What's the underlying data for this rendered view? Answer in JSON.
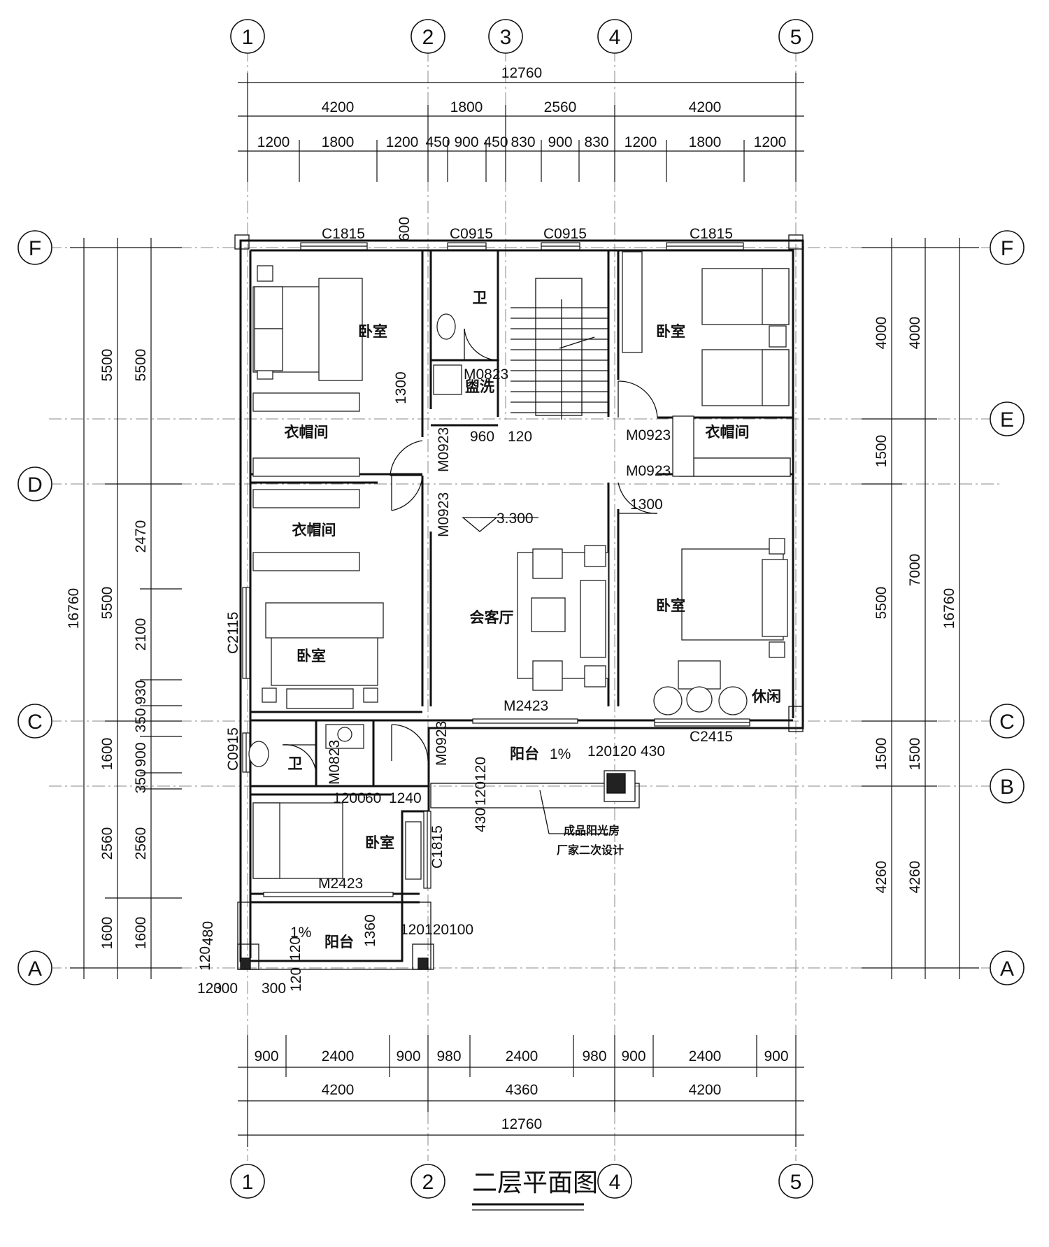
{
  "drawing_title": "二层平面图",
  "axes_vertical": [
    "1",
    "2",
    "3",
    "4",
    "5"
  ],
  "axes_horizontal": [
    "F",
    "E",
    "D",
    "C",
    "B",
    "A"
  ],
  "top_dims": {
    "total": "12760",
    "row2": [
      "4200",
      "1800",
      "2560",
      "4200"
    ],
    "row3": [
      "1200",
      "1800",
      "1200",
      "450",
      "900",
      "450",
      "830",
      "900",
      "830",
      "1200",
      "1800",
      "1200"
    ]
  },
  "bottom_dims": {
    "row1": [
      "900",
      "2400",
      "900",
      "980",
      "2400",
      "980",
      "900",
      "2400",
      "900"
    ],
    "row2": [
      "4200",
      "4360",
      "4200"
    ],
    "total": "12760"
  },
  "left_dims": {
    "outer": "16760",
    "col2": [
      "5500",
      "5500",
      "2560",
      "1600"
    ],
    "col3": [
      "5500",
      "2470",
      "2100",
      "930",
      "350",
      "900",
      "350",
      "2560",
      "1600"
    ],
    "col3_extra": "1600"
  },
  "right_dims": {
    "col1": [
      "4000",
      "1500",
      "5500",
      "1500",
      "4260"
    ],
    "col2": [
      "4000",
      "7000",
      "1500",
      "4260"
    ],
    "outer": "16760"
  },
  "rooms": {
    "bed_nw": "卧室",
    "bath_n": "卫",
    "wash": "盥洗",
    "bed_ne": "卧室",
    "closet_nw": "衣帽间",
    "closet_ne": "衣帽间",
    "closet_w": "衣帽间",
    "bed_w": "卧室",
    "living": "会客厅",
    "bed_e": "卧室",
    "leisure": "休闲",
    "bath_sw": "卫",
    "balcony_mid": "阳台",
    "bed_sw": "卧室",
    "balcony_sw": "阳台"
  },
  "labels": {
    "c1815_l": "C1815",
    "c0915_a": "C0915",
    "c0915_b": "C0915",
    "c1815_r": "C1815",
    "d600": "600",
    "d1300_v": "1300",
    "m0823_a": "M0823",
    "d960": "960",
    "d120_a": "120",
    "m0923_a": "M0923",
    "m0923_b": "M0923",
    "m0923_c": "M0923",
    "m0923_d": "M0923",
    "m0923_e": "M0923",
    "d1300_h": "1300",
    "elev": "3.300",
    "c2115": "C2115",
    "m2423_a": "M2423",
    "c2415": "C2415",
    "c0915_c": "C0915",
    "m0823_b": "M0823",
    "slope_a": "1%",
    "d120120": "120120",
    "d430": "430",
    "d120120v": "120120",
    "d430v": "430",
    "d1200": "1200",
    "d60": "60",
    "d1240": "1240",
    "c1815_v": "C1815",
    "m2423_b": "M2423",
    "sun1": "成品阳光房",
    "sun2": "厂家二次设计",
    "d480": "480",
    "slope_b": "1%",
    "d120_b": "120",
    "d1360": "1360",
    "d120120100": "120120100",
    "d120_c": "120",
    "d300_a": "300",
    "d300_b": "300",
    "d120_d": "120",
    "d120_e": "120"
  }
}
